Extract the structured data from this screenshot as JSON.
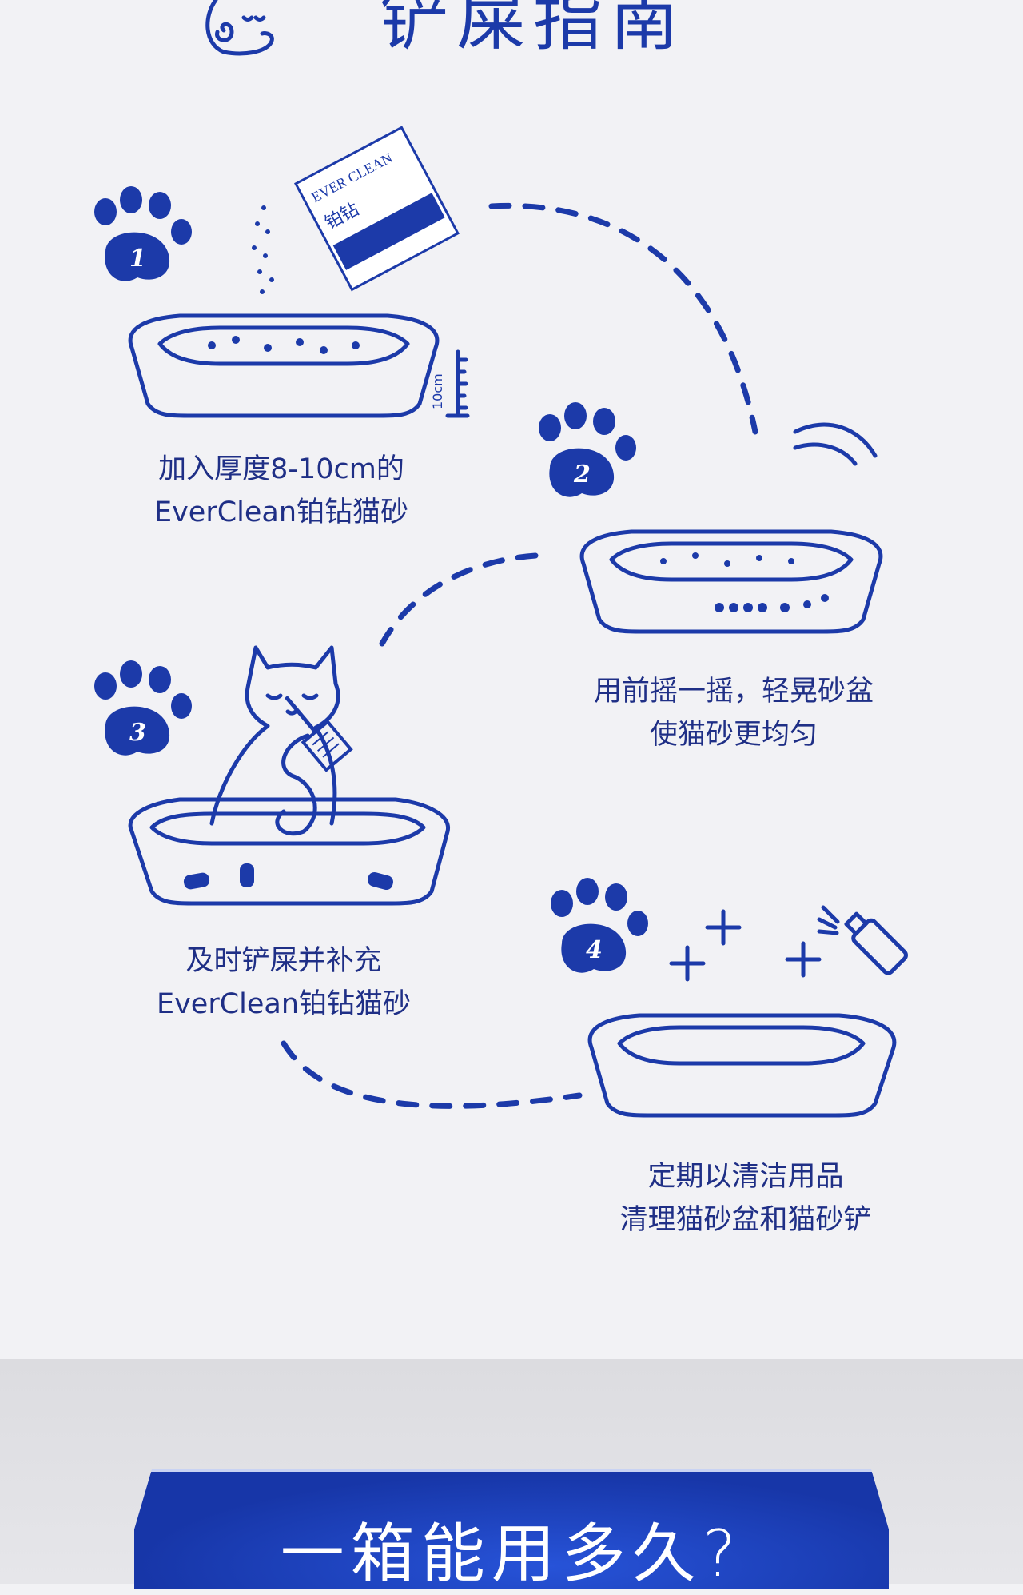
{
  "header": {
    "title": "铲屎指南"
  },
  "steps": [
    {
      "number": "1",
      "line1": "加入厚度8-10cm的",
      "line2": "EverClean铂钻猫砂",
      "ruler_label": "10cm",
      "bag_brand_en": "EVER CLEAN",
      "bag_brand_cn": "铂钻"
    },
    {
      "number": "2",
      "line1": "用前摇一摇，轻晃砂盆",
      "line2": "使猫砂更均匀"
    },
    {
      "number": "3",
      "line1": "及时铲屎并补充",
      "line2": "EverClean铂钻猫砂"
    },
    {
      "number": "4",
      "line1": "定期以清洁用品",
      "line2": "清理猫砂盆和猫砂铲"
    }
  ],
  "banner": {
    "text": "一箱能用多久?"
  },
  "colors": {
    "brand_blue": "#1c3aa9",
    "background": "#f2f2f5"
  }
}
